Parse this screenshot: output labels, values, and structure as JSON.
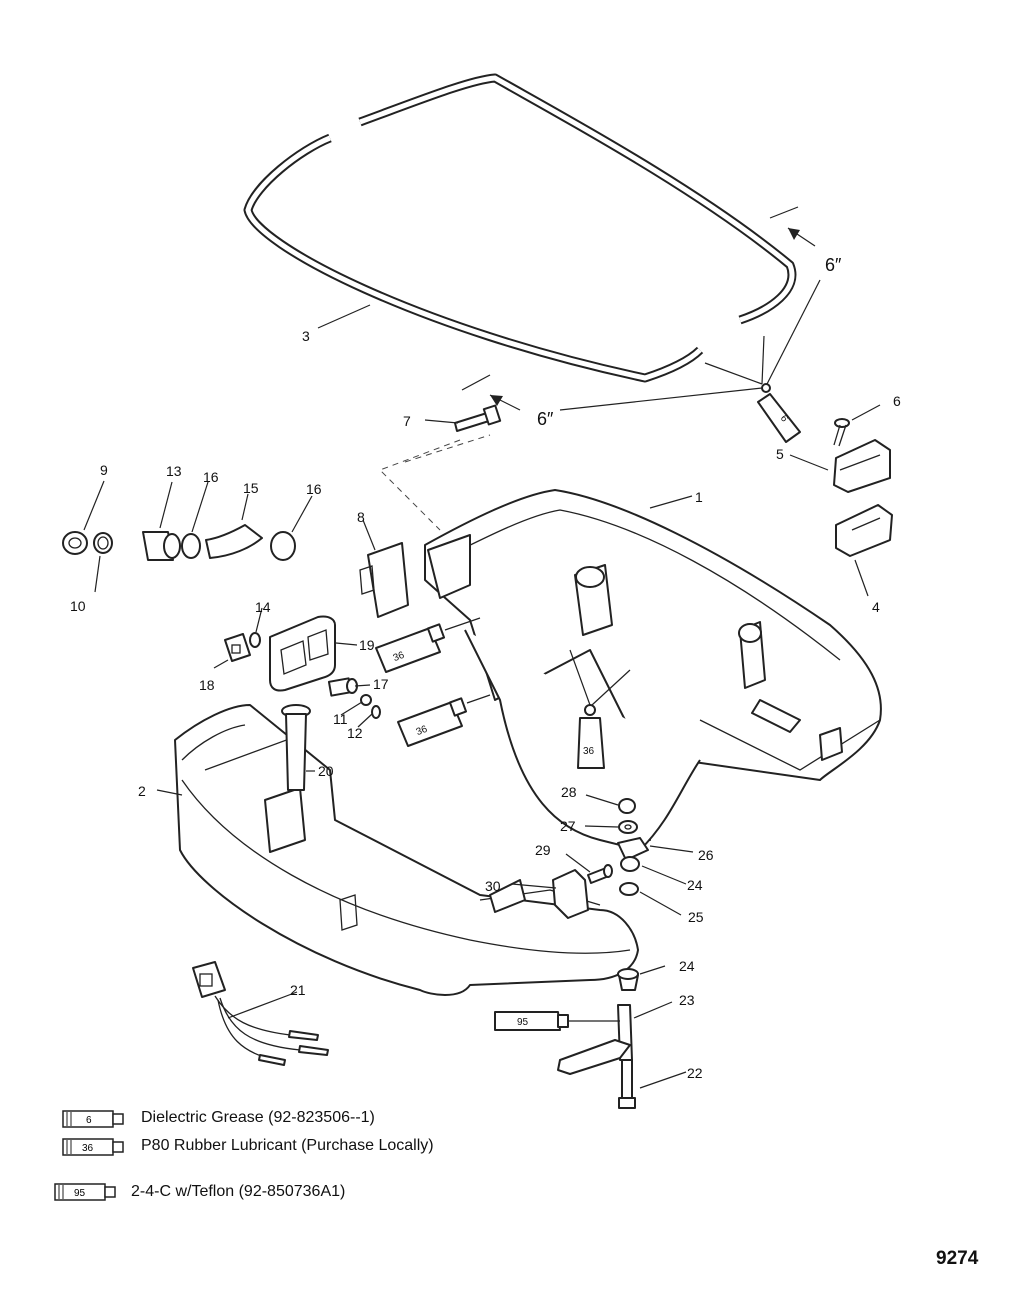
{
  "callouts": {
    "c1": "1",
    "c2": "2",
    "c3": "3",
    "c4": "4",
    "c5": "5",
    "c6": "6",
    "c7": "7",
    "c8": "8",
    "c9": "9",
    "c10": "10",
    "c11": "11",
    "c12": "12",
    "c13": "13",
    "c14": "14",
    "c15": "15",
    "c16a": "16",
    "c16b": "16",
    "c17": "17",
    "c18": "18",
    "c19": "19",
    "c20": "20",
    "c21": "21",
    "c22": "22",
    "c23": "23",
    "c24a": "24",
    "c24b": "24",
    "c25": "25",
    "c26": "26",
    "c27": "27",
    "c28": "28",
    "c29": "29",
    "c30": "30"
  },
  "dimensions": {
    "top": "6″",
    "mid": "6″"
  },
  "tube_labels": {
    "t6a": "6",
    "t36a": "36",
    "t36b": "36",
    "t36c": "36",
    "t95": "95"
  },
  "legend": [
    {
      "tube": "6",
      "text": "Dielectric Grease (92-823506--1)"
    },
    {
      "tube": "36",
      "text": "P80 Rubber Lubricant (Purchase Locally)"
    },
    {
      "tube": "95",
      "text": "2-4-C w/Teflon (92-850736A1)"
    }
  ],
  "figure_number": "9274"
}
